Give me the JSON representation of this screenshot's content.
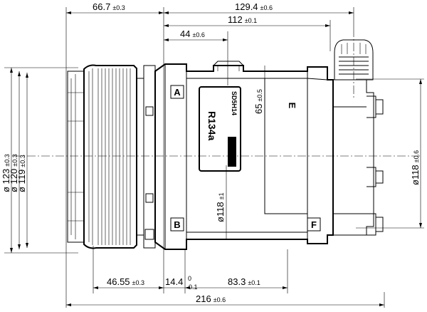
{
  "dimensions": {
    "top_left": {
      "value": "66.7",
      "tol": "±0.3"
    },
    "top_right": {
      "value": "129.4",
      "tol": "±0.6"
    },
    "d112": {
      "value": "112",
      "tol": "±0.1"
    },
    "d44": {
      "value": "44",
      "tol": "±0.6"
    },
    "d65": {
      "value": "65",
      "tol": "±0.5"
    },
    "dia123": {
      "value": "ø 123",
      "tol": "±0.3"
    },
    "dia120": {
      "value": "ø 120",
      "tol": "±0.3"
    },
    "dia119": {
      "value": "ø 119",
      "tol": "±0.3"
    },
    "dia118_mid": {
      "value": "ø118",
      "tol": "±1"
    },
    "dia118_right": {
      "value": "ø118",
      "tol": "±0.6"
    },
    "d46": {
      "value": "46.55",
      "tol": "±0.3"
    },
    "d14": {
      "value": "14.4",
      "tol_upper": "0",
      "tol_lower": "-0.1"
    },
    "d83": {
      "value": "83.3",
      "tol": "±0.1"
    },
    "d216": {
      "value": "216",
      "tol": "±0.6"
    }
  },
  "labels": {
    "port_a": "A",
    "port_b": "B",
    "port_e": "E",
    "port_f": "F"
  },
  "nameplate": {
    "model": "SD5H14",
    "refrigerant": "R134a"
  }
}
